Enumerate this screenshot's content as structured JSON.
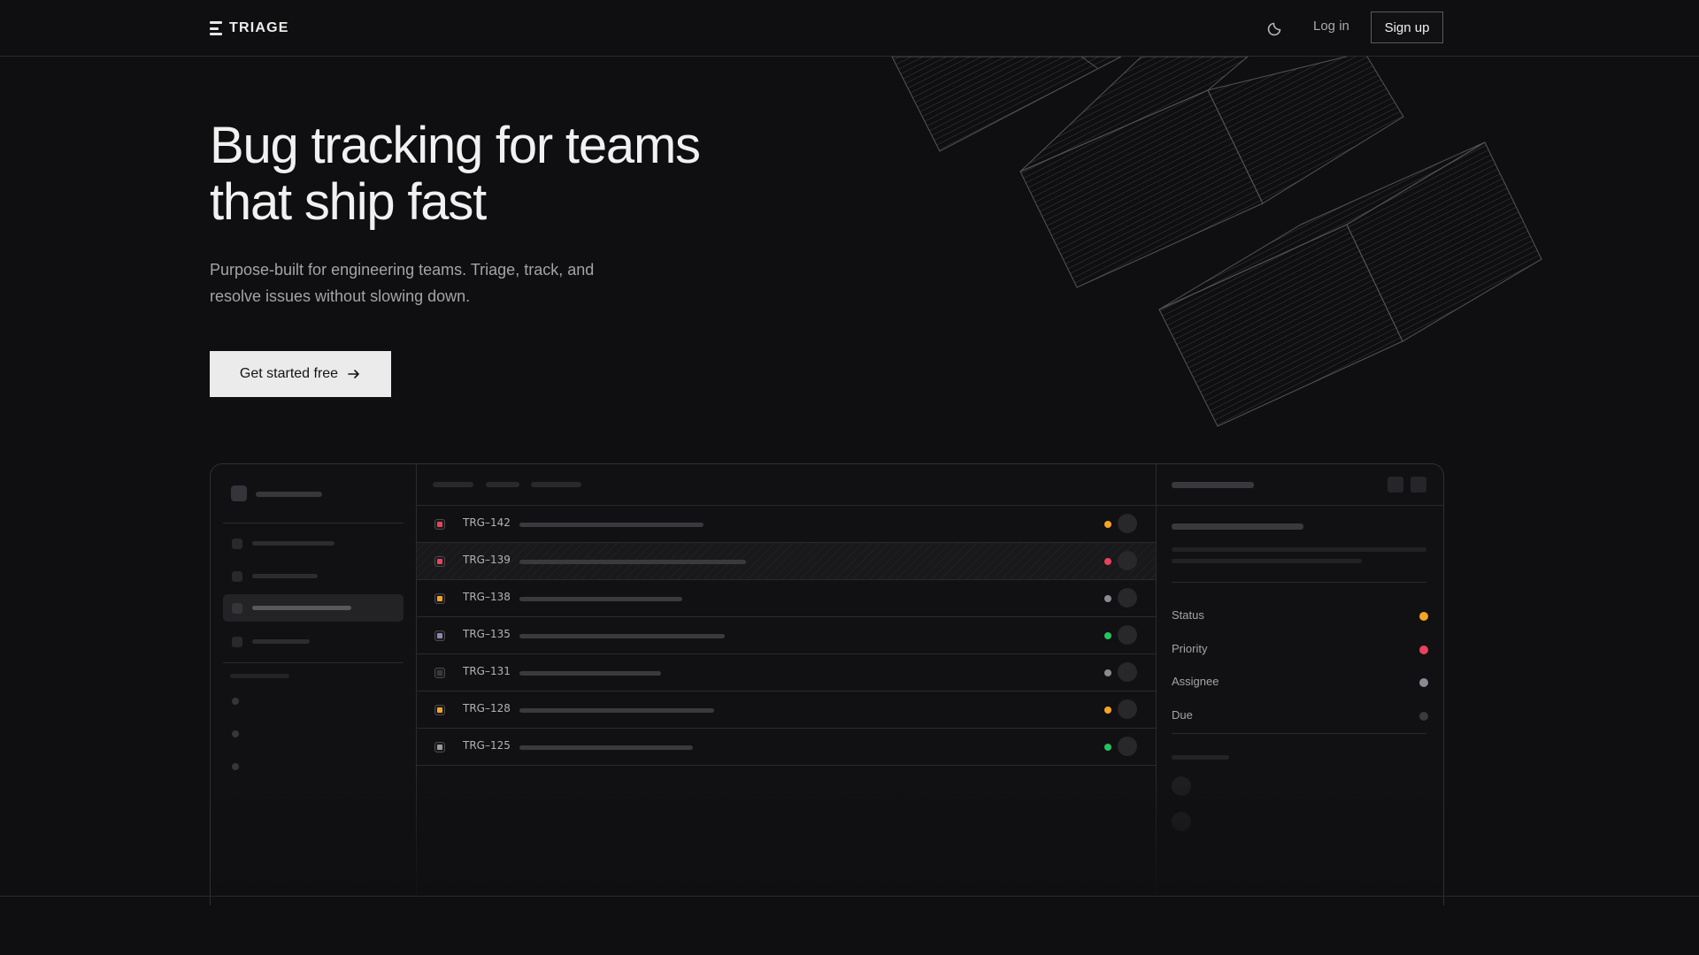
{
  "nav": {
    "brand": "TRIAGE",
    "login_label": "Log in",
    "signup_label": "Sign up",
    "theme_icon": "moon-icon"
  },
  "hero": {
    "title_line1": "Bug tracking for teams",
    "title_line2": "that ship fast",
    "subtitle_line1": "Purpose-built for engineering teams. Triage, track, and",
    "subtitle_line2": "resolve issues without slowing down.",
    "cta_label": "Get started free",
    "cta_icon": "arrow-right-icon"
  },
  "app_preview": {
    "issues": [
      {
        "id": "TRG–142",
        "icon_color": "#e8435a",
        "status_color": "#f5a524",
        "progress": 0.52
      },
      {
        "id": "TRG–139",
        "icon_color": "#e8435a",
        "status_color": "#e8435a",
        "progress": 0.64,
        "selected": true
      },
      {
        "id": "TRG–138",
        "icon_color": "#f5a524",
        "status_color": "#8a8a92",
        "progress": 0.46
      },
      {
        "id": "TRG–135",
        "icon_color": "#8a8ab0",
        "status_color": "#22c55e",
        "progress": 0.58
      },
      {
        "id": "TRG–131",
        "icon_color": "#3a3a3e",
        "status_color": "#8a8a92",
        "progress": 0.4
      },
      {
        "id": "TRG–128",
        "icon_color": "#f5a524",
        "status_color": "#f5a524",
        "progress": 0.55
      },
      {
        "id": "TRG–125",
        "icon_color": "#9a9aa0",
        "status_color": "#22c55e",
        "progress": 0.49
      }
    ],
    "properties": [
      {
        "label": "Status",
        "color": "#f5a524"
      },
      {
        "label": "Priority",
        "color": "#e8435a"
      },
      {
        "label": "Assignee",
        "color": "#8a8a92"
      },
      {
        "label": "Due",
        "color": "#3a3a3e"
      }
    ]
  },
  "colors": {
    "background": "#0f0f11",
    "border": "#2a2a2d",
    "accent_orange": "#f5a524",
    "accent_red": "#e8435a",
    "accent_green": "#22c55e"
  }
}
